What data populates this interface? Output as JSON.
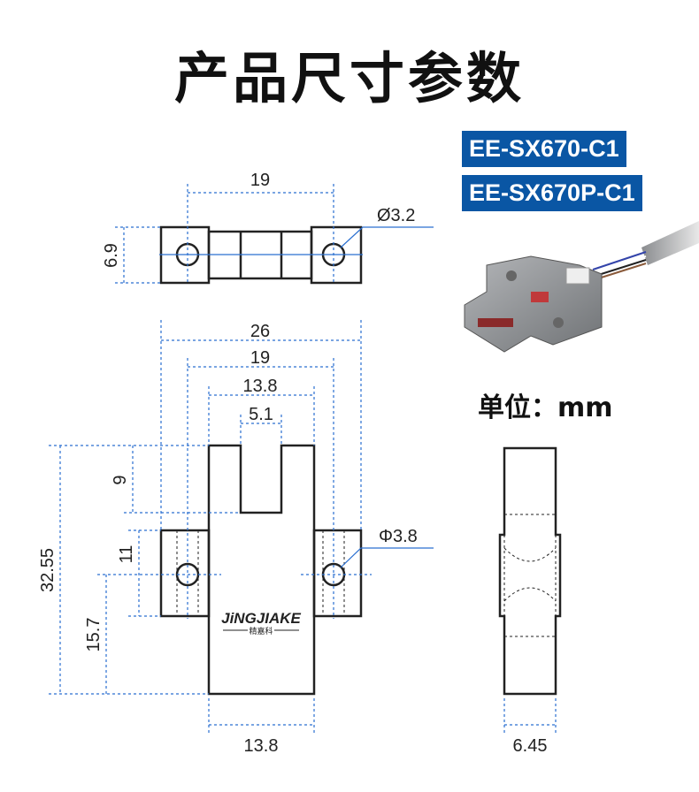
{
  "title": "产品尺寸参数",
  "models": [
    "EE-SX670-C1",
    "EE-SX670P-C1"
  ],
  "unit_label": "单位：mm",
  "top_view": {
    "width_label": "19",
    "height_label": "6.9",
    "hole_label": "Ø3.2"
  },
  "front_view": {
    "overall_width": "26",
    "hole_spacing": "19",
    "body_width": "13.8",
    "slot_width": "5.1",
    "total_height": "32.55",
    "slot_depth": "9",
    "flange_height": "11",
    "hole_height": "15.7",
    "hole_label": "Φ3.8",
    "bottom_width": "13.8",
    "logo": "JiNGJIAKE",
    "logo_sub": "精嘉科"
  },
  "side_view": {
    "thickness": "6.45"
  },
  "colors": {
    "dim_line": "#2a6fd0",
    "outline": "#222222",
    "badge": "#0a56a4"
  }
}
